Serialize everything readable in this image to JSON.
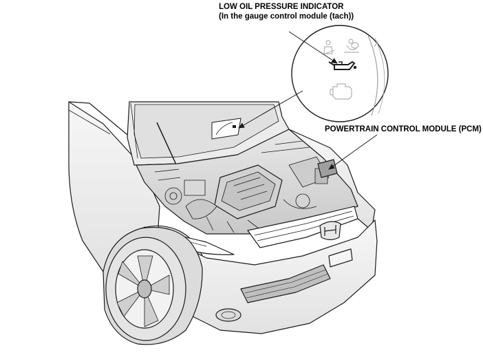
{
  "callouts": {
    "oil_indicator": {
      "title": "LOW OIL PRESSURE INDICATOR",
      "subtitle": "(In the gauge control module (tach))"
    },
    "pcm": {
      "title": "POWERTRAIN CONTROL MODULE (PCM)"
    }
  },
  "colors": {
    "line": "#1a1a1a",
    "body_fill": "#f0f0f0",
    "shade": "#d6d6d6",
    "dark": "#9a9a9a",
    "icon_gray": "#b0b0b0"
  },
  "icons": {
    "oil_pressure": "oil-can-icon",
    "engine_check": "engine-icon",
    "seatbelt": "seatbelt-icon",
    "airbag": "airbag-icon"
  }
}
